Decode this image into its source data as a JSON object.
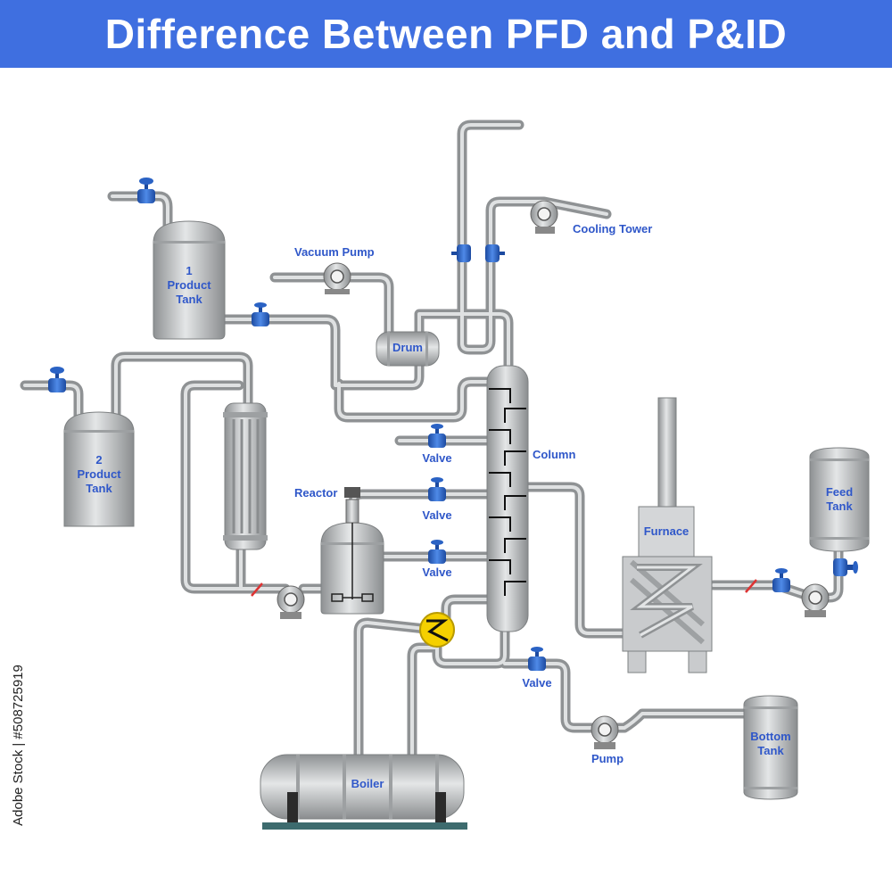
{
  "title": "Difference Between PFD and P&ID",
  "stock_id": "Adobe Stock | #508725919",
  "labels": {
    "product_tank_1": [
      "1",
      "Product",
      "Tank"
    ],
    "product_tank_2": [
      "2",
      "Product",
      "Tank"
    ],
    "vacuum_pump": "Vacuum Pump",
    "cooling_tower": "Cooling Tower",
    "drum": "Drum",
    "column": "Column",
    "reactor": "Reactor",
    "valve_1": "Valve",
    "valve_2": "Valve",
    "valve_3": "Valve",
    "valve_4": "Valve",
    "furnace": "Furnace",
    "feed_tank": [
      "Feed",
      "Tank"
    ],
    "bottom_tank": [
      "Bottom",
      "Tank"
    ],
    "pump": "Pump",
    "boiler": "Boiler"
  },
  "colors": {
    "banner": "#3f6fe0",
    "label": "#2f57c9",
    "pipe": "#b4b7b9",
    "valve": "#2a62c4",
    "heat_exchanger": "#f5d000"
  }
}
